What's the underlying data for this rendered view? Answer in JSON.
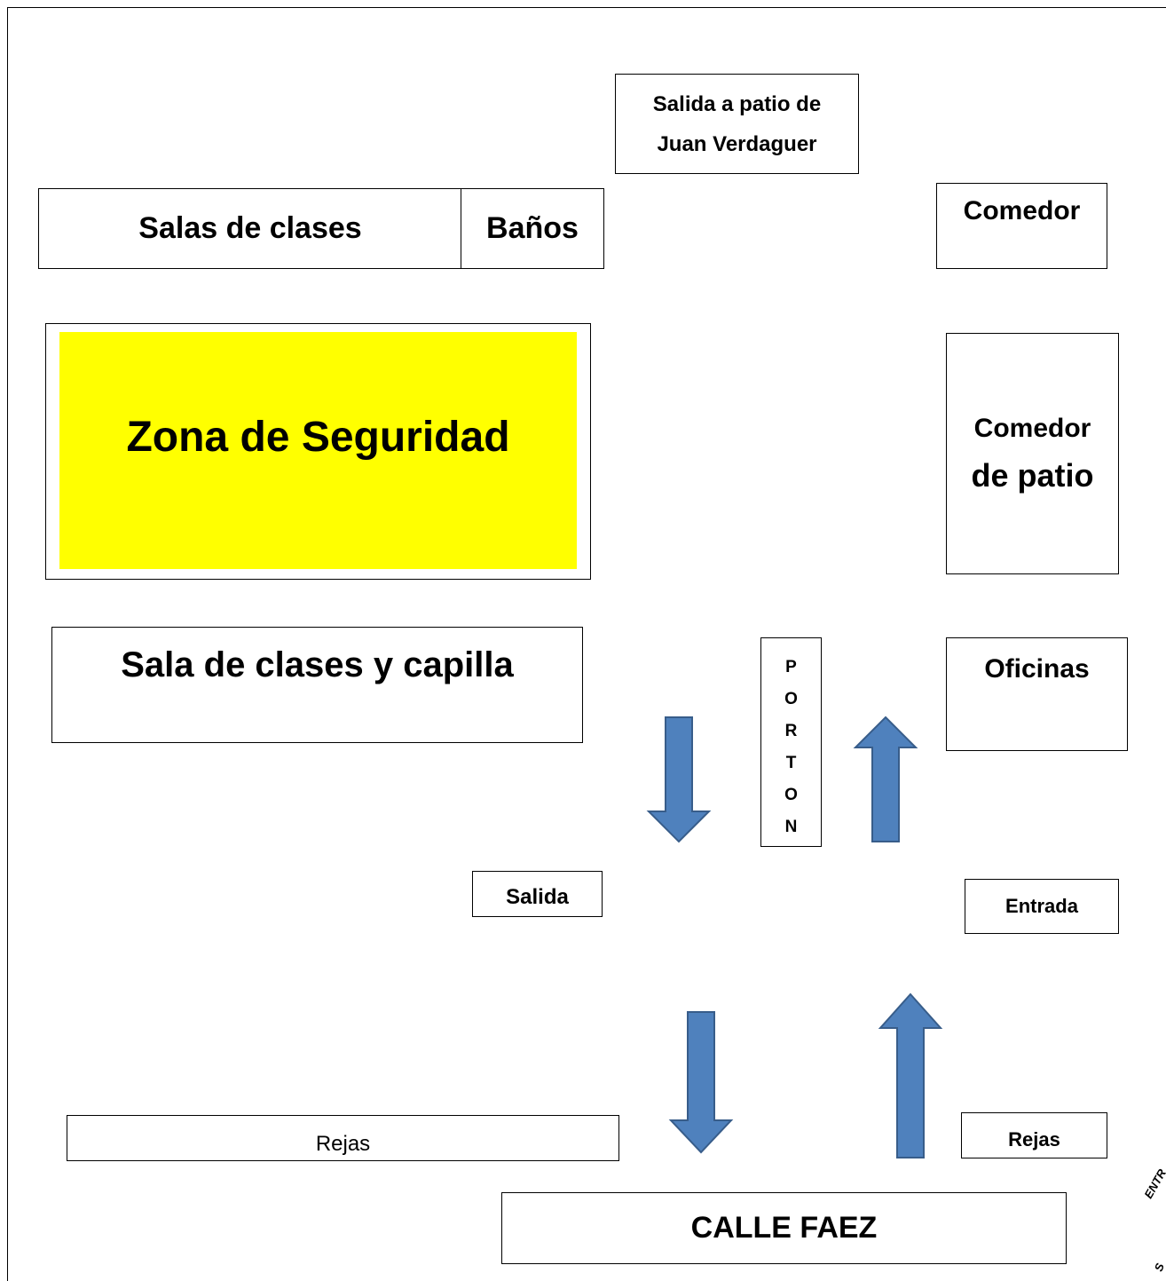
{
  "labels": {
    "salida_patio": "Salida a patio de Juan Verdaguer",
    "salas_clases": "Salas de clases",
    "banos": "Baños",
    "comedor": "Comedor",
    "zona_seguridad": "Zona de Seguridad",
    "comedor_patio_line1": "Comedor",
    "comedor_patio_line2": "de patio",
    "sala_capilla": "Sala de clases y capilla",
    "oficinas": "Oficinas",
    "porton_letters": [
      "P",
      "O",
      "R",
      "T",
      "O",
      "N"
    ],
    "salida": "Salida",
    "entrada": "Entrada",
    "rejas_left": "Rejas",
    "rejas_right": "Rejas",
    "calle": "CALLE FAEZ",
    "stamp_partial_1": "ENTR",
    "stamp_partial_2": "S"
  },
  "colors": {
    "safety_zone": "#ffff00",
    "arrow_fill": "#4f81bd",
    "arrow_stroke": "#385d8a"
  },
  "arrows": [
    {
      "direction": "down"
    },
    {
      "direction": "up"
    },
    {
      "direction": "down"
    },
    {
      "direction": "up"
    }
  ]
}
